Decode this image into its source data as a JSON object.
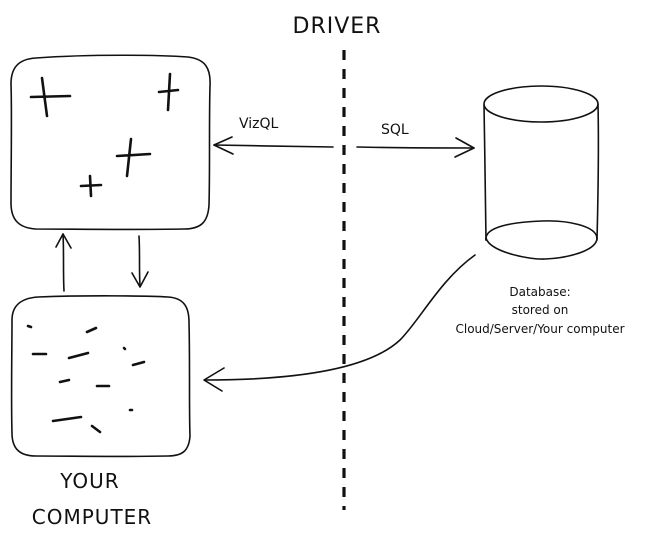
{
  "labels": {
    "driver": "DRIVER",
    "vizql": "VizQL",
    "sql": "SQL",
    "database_line1": "Database:",
    "database_line2": "stored on",
    "database_line3": "Cloud/Server/Your computer",
    "your": "YOUR",
    "computer": "COMPUTER"
  },
  "colors": {
    "ink": "#111111",
    "background": "#ffffff"
  }
}
